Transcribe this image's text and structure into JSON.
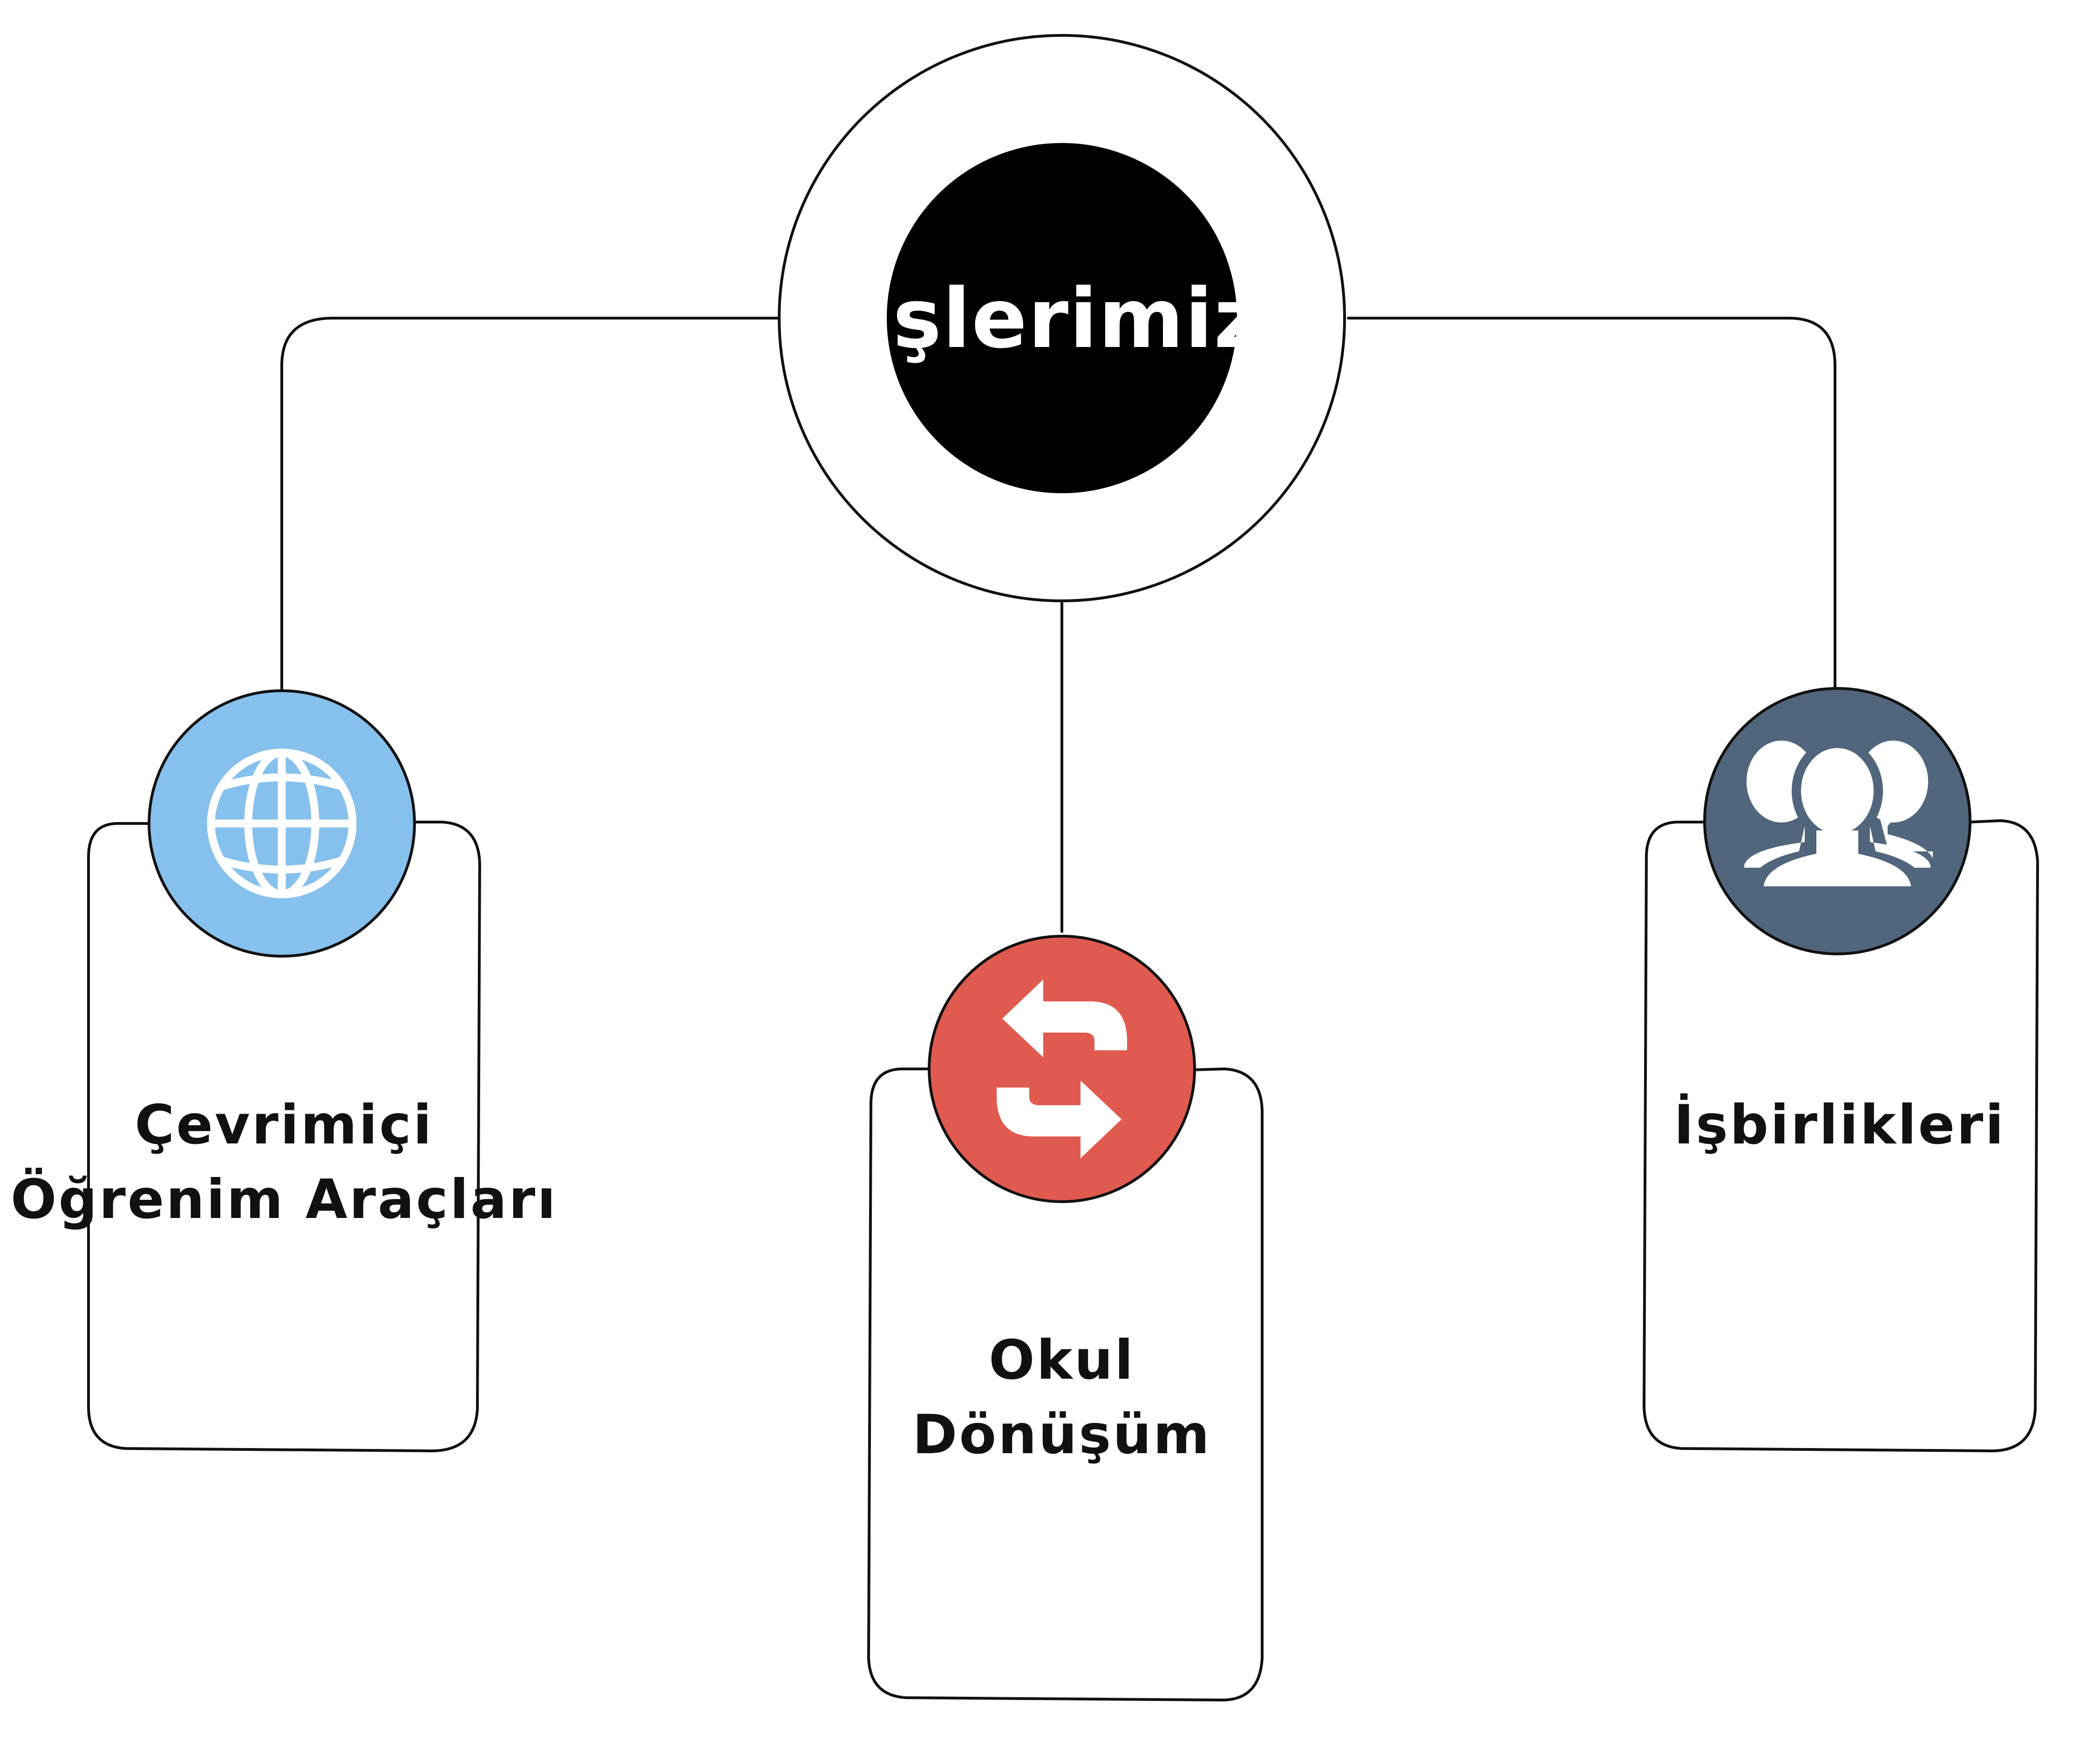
{
  "title": "İşlerimiz",
  "nodes": [
    {
      "id": "cevrimici",
      "lines": [
        "Çevrimiçi",
        "Öğrenim Araçları"
      ],
      "icon": "globe-icon",
      "color": "#85c1ec"
    },
    {
      "id": "okul",
      "lines": [
        "Okul",
        "Dönüşüm"
      ],
      "icon": "swap-arrows-icon",
      "color": "#e05a4f"
    },
    {
      "id": "isbirlikleri",
      "lines": [
        "İşbirlikleri"
      ],
      "icon": "users-icon",
      "color": "#51657c"
    }
  ],
  "colors": {
    "hub": "#000000",
    "stroke": "#111111",
    "card": "#ffffff"
  }
}
